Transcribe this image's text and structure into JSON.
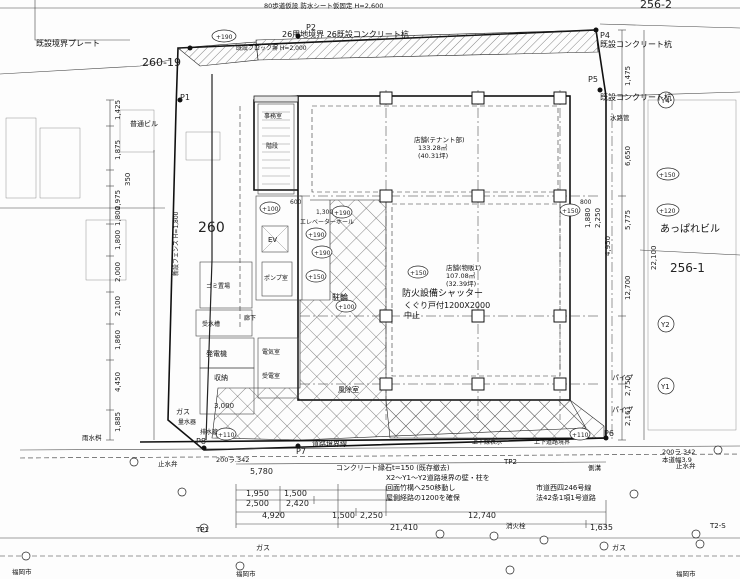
{
  "lots": {
    "top_right": "256-2",
    "left_upper": "260-19",
    "left_middle": "260",
    "right_middle": "256-1"
  },
  "buildings": {
    "neighbor_right": "あっぱれビル",
    "neighbor_left": "普通ビル"
  },
  "rooms": {
    "store_upper": "店舗(テナント部)",
    "store_upper_area": "133.28㎡",
    "store_upper_tsubo": "(40.31坪)",
    "store_lower": "店舗(物販1)",
    "store_lower_area": "107.08㎡",
    "store_lower_tsubo": "(32.39坪)",
    "shutter": "防火設備シャッター",
    "shutter_sub": "くぐり戸付1200X2000",
    "shutter_note": "中止",
    "bike_parking": "駐輪",
    "storage": "収納",
    "trash": "ゴミ置場",
    "ev": "EV",
    "elevator_hall": "エレベーターホール",
    "stair": "階段",
    "corridor": "廊下",
    "generator": "発電機",
    "electric": "電気室",
    "substation": "受電室",
    "pump": "ポンプ室",
    "entrance": "風除室",
    "office_space": "事務室",
    "gas": "ガス",
    "water_meter": "量水器",
    "water_tank": "受水槽"
  },
  "labels": {
    "existing_block_top": "既設ブロック塀 H=2,000",
    "existing_boundary": "既設境界プレート",
    "existing_concrete_p4": "既設コンクリート杭",
    "existing_concrete_p6": "既設コンクリート杭",
    "concrete_pile_26": "26用地境界 26既設コンクリート杭",
    "new_fence": "新設フェンス H=1,800",
    "boundary_p1": "P1",
    "boundary_p2": "P2",
    "boundary_p4": "P4",
    "boundary_p5": "P5",
    "boundary_p6": "P6",
    "boundary_p7": "P7",
    "boundary_p8": "P8",
    "road_boundary": "道路境界線",
    "road_curb": "コンクリート縁石t=150 (既存撤去)",
    "road_setback": "X2〜Y1〜Y2道路境界の壁・柱を",
    "road_setback2": "回面竹構へ250移動し",
    "road_setback3": "屋側経路の1200を確保",
    "city_road": "市道西四246号線",
    "city_road_law": "法42条1項1号道路",
    "city_road_width": "本道幅3.9",
    "sidewalk": "上下線表示",
    "sidewalk2": "上下道路境界",
    "drain": "雨水桝",
    "sewer_left": "止水弁",
    "sewer_right": "止水弁",
    "fire_hydrant": "消火栓",
    "gas_left": "ガス",
    "gas_right": "ガス",
    "fukuoka_left": "福岡市",
    "fukuoka_mid": "福岡市",
    "fukuoka_right": "福岡市",
    "tp1": "TP1",
    "tp2": "TP2",
    "tp2_right": "T2-S",
    "bench_200": "200ラ.342",
    "bench_200_left": "200ラ.342",
    "sewage_pipe": "排水管",
    "pipe_right": "パイプ",
    "pipe_right2": "パイプ",
    "gutter": "側溝",
    "gutter_right": "水路管",
    "pipe_top_note": "80歩道仮設 防水シート仮固定 H=2,600"
  },
  "levels": {
    "l1": "+190",
    "l2": "+190",
    "l3": "+190",
    "l4": "+190",
    "l5": "+150",
    "l6": "+150",
    "l7": "+150",
    "l8": "+150",
    "l9": "+120",
    "l10": "+110",
    "l11": "+110",
    "l12": "+100",
    "l13": "+100"
  },
  "grid": {
    "y1": "Y1",
    "y2": "Y2",
    "y4": "Y4"
  },
  "dims": {
    "bottom_5780": "5,780",
    "bottom_1950": "1,950",
    "bottom_1500": "1,500",
    "bottom_2500": "2,500",
    "bottom_2420": "2,420",
    "bottom_4920": "4,920",
    "bottom_1500b": "1,500",
    "bottom_2250": "2,250",
    "bottom_12740": "12,740",
    "bottom_21410": "21,410",
    "bottom_1635": "1,635",
    "left_1425": "1,425",
    "left_1875": "1,875",
    "left_2975": "2,975",
    "left_350": "350",
    "left_1800": "1,800",
    "left_2000": "2,000",
    "left_2100": "2,100",
    "left_1800b": "1,800",
    "left_1860": "1,860",
    "left_4450": "4,450",
    "left_1885": "1,885",
    "left_3000": "3,000",
    "right_1475": "1,475",
    "right_6650": "6,650",
    "right_5775": "5,775",
    "right_12700": "12,700",
    "right_2750": "2,750",
    "right_2161": "2,161",
    "right_1880": "1,880",
    "right_2250": "2,250",
    "right_4950": "4,950",
    "right_22100": "22,100",
    "mid_1300": "1,300",
    "mid_600": "600",
    "mid_800": "800"
  }
}
